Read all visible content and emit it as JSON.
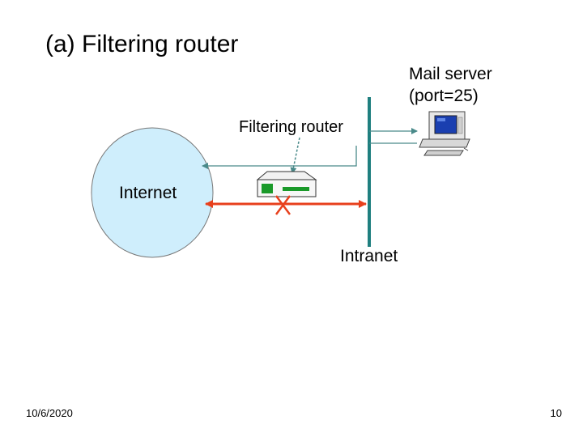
{
  "title": "(a) Filtering router",
  "labels": {
    "mail_server_line1": "Mail server",
    "mail_server_line2": "(port=25)",
    "filtering_router": "Filtering router",
    "internet": "Internet",
    "intranet": "Intranet"
  },
  "footer": {
    "date": "10/6/2020",
    "page_number": "10"
  },
  "colors": {
    "internet_fill": "#cfeefc",
    "network_bus": "#1f7f7f",
    "blocked_path": "#e8401c",
    "router_port": "#1a9a2a",
    "arrow": "#4a8a8a",
    "screen": "#1a3fb0"
  },
  "icons": {
    "router": "router-icon",
    "computer": "computer-icon",
    "block": "block-x-icon"
  }
}
